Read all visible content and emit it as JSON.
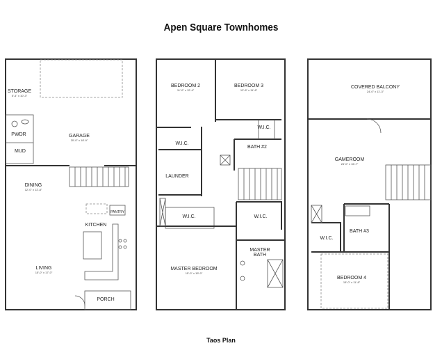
{
  "title": "Apen Square Townhomes",
  "plan_name": "Taos Plan",
  "floors": [
    {
      "rooms": [
        {
          "name": "STORAGE",
          "dims": "5'-4\" x 10'-3\""
        },
        {
          "name": "GARAGE",
          "dims": "20'-0\" x 18'-9\""
        },
        {
          "name": "PWDR"
        },
        {
          "name": "MUD"
        },
        {
          "name": "DINING",
          "dims": "12'-0\" x 12'-8\""
        },
        {
          "name": "PANTRY"
        },
        {
          "name": "KITCHEN"
        },
        {
          "name": "LIVING",
          "dims": "15'-0\" x 17'-0\""
        },
        {
          "name": "PORCH"
        }
      ]
    },
    {
      "rooms": [
        {
          "name": "BEDROOM 2",
          "dims": "11'-0\" x 12'-4\""
        },
        {
          "name": "BEDROOM 3",
          "dims": "12'-8\" x 11'-8\""
        },
        {
          "name": "W.I.C."
        },
        {
          "name": "W.I.C."
        },
        {
          "name": "BATH #2"
        },
        {
          "name": "LAUNDER"
        },
        {
          "name": "W.I.C."
        },
        {
          "name": "W.I.C."
        },
        {
          "name": "MASTER"
        },
        {
          "name": "BATH"
        },
        {
          "name": "MASTER BEDROOM",
          "dims": "15'-0\" x 15'-0\""
        }
      ]
    },
    {
      "rooms": [
        {
          "name": "COVERED BALCONY",
          "dims": "24'-0\" x 11'-3\""
        },
        {
          "name": "GAMEROOM",
          "dims": "24'-0\" x 16'-7\""
        },
        {
          "name": "BATH #3"
        },
        {
          "name": "W.I.C."
        },
        {
          "name": "BEDROOM 4",
          "dims": "15'-0\" x 11'-8\""
        }
      ]
    }
  ]
}
